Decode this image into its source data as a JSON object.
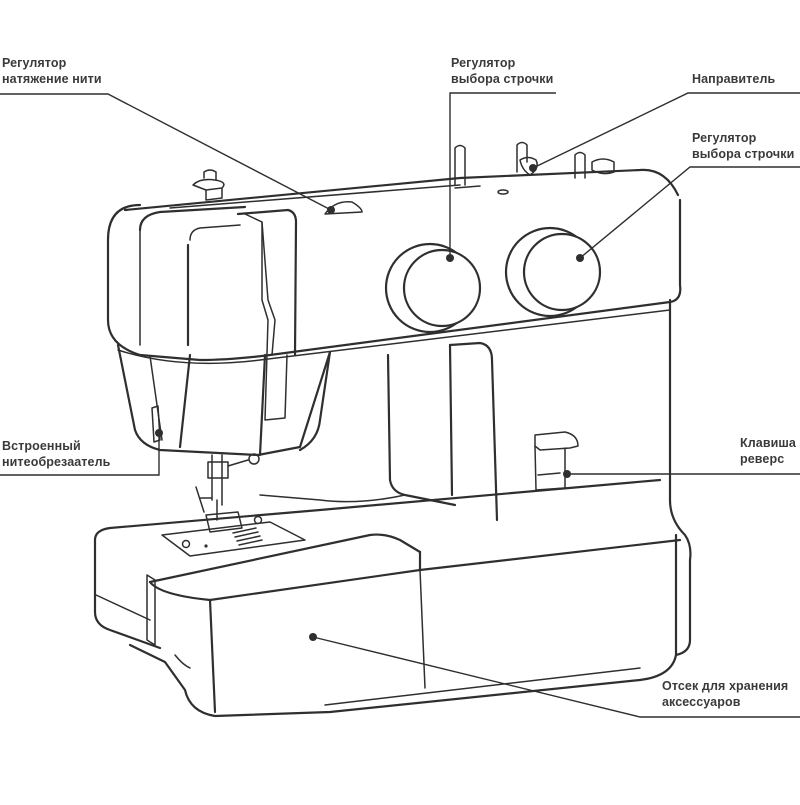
{
  "diagram": {
    "subject": "Sewing machine",
    "line_color": "#2f2f2f",
    "text_color": "#3a3a3a",
    "labels": {
      "thread_tension": {
        "line1": "Регулятор",
        "line2": "натяжение нити"
      },
      "stitch_selector_left": {
        "line1": "Регулятор",
        "line2": "выбора строчки"
      },
      "thread_guide": {
        "line1": "Направитель"
      },
      "stitch_selector_right": {
        "line1": "Регулятор",
        "line2": "выбора строчки"
      },
      "thread_cutter": {
        "line1": "Встроенный",
        "line2": "нитеобрезаатель"
      },
      "reverse_lever": {
        "line1": "Клавиша",
        "line2": "реверс"
      },
      "accessory_storage": {
        "line1": "Отсек для хранения",
        "line2": "аксессуаров"
      }
    }
  }
}
